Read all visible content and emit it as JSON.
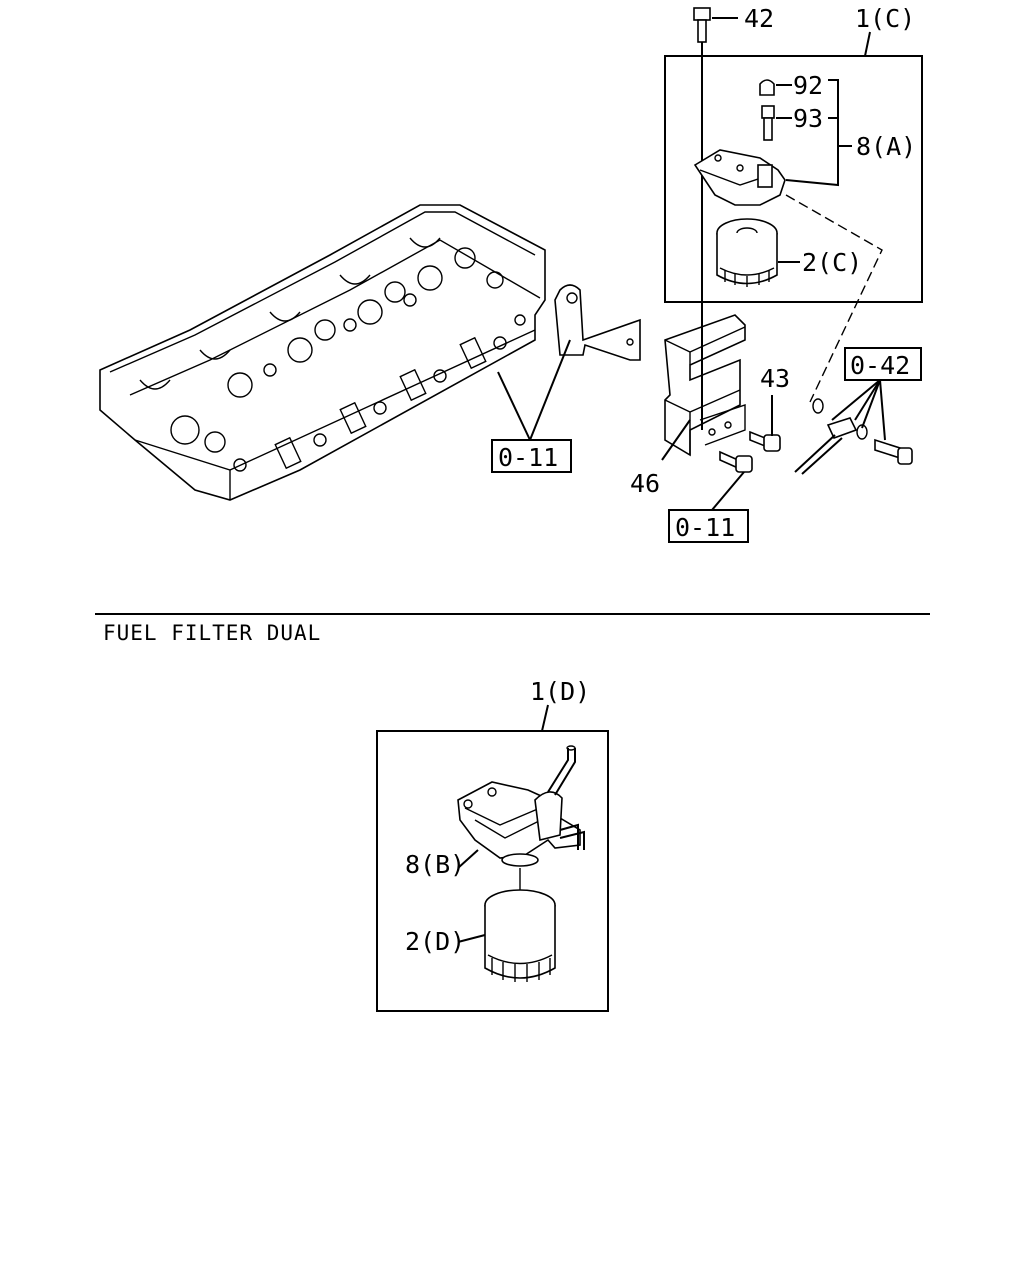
{
  "top_section": {
    "callouts": {
      "bolt_42": "42",
      "assembly_1c": "1(C)",
      "cap_92": "92",
      "nipple_93": "93",
      "head_8a": "8(A)",
      "element_2c": "2(C)",
      "ref_0_42": "0-42",
      "bolt_43": "43",
      "ref_0_11_left": "0-11",
      "bracket_46": "46",
      "ref_0_11_bottom": "0-11"
    }
  },
  "section_title": "FUEL FILTER DUAL",
  "bottom_section": {
    "callouts": {
      "assembly_1d": "1(D)",
      "head_8b": "8(B)",
      "element_2d": "2(D)"
    }
  }
}
